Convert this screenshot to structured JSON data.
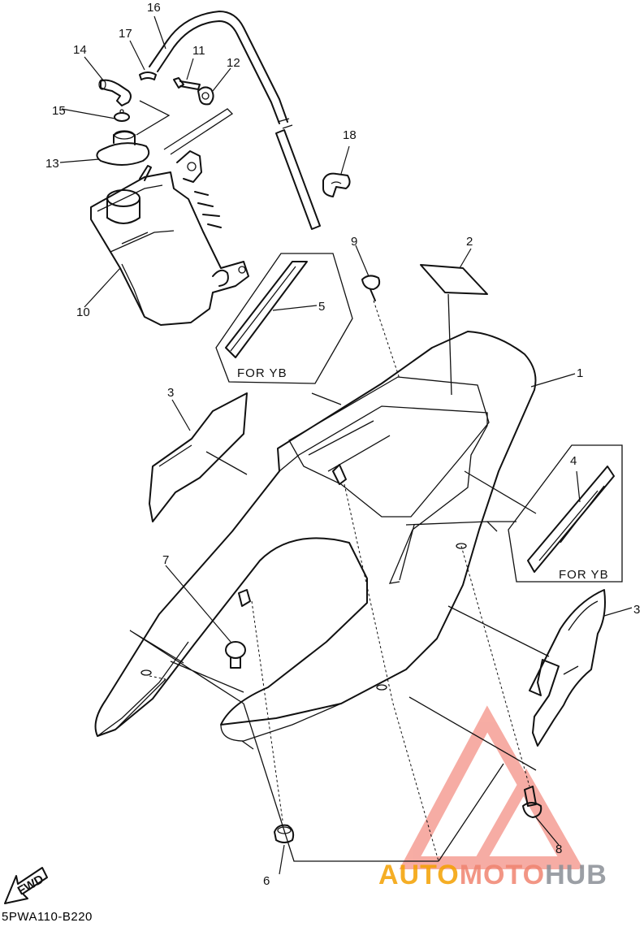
{
  "diagram": {
    "code": "5PWA110-B220",
    "fwd_label": "FWD",
    "box_labels": [
      "FOR YB",
      "FOR YB"
    ],
    "callouts": [
      "16",
      "17",
      "14",
      "11",
      "12",
      "15",
      "13",
      "18",
      "9",
      "2",
      "10",
      "5",
      "1",
      "3",
      "4",
      "7",
      "3",
      "8",
      "6"
    ]
  },
  "watermark": {
    "part1": "AUTO",
    "part2": "MOTO",
    "part3": "HUB",
    "colors": {
      "auto": "#f4a000",
      "moto": "#f08470",
      "hub": "#8a8f96",
      "triangle": "#f06a5a"
    }
  }
}
